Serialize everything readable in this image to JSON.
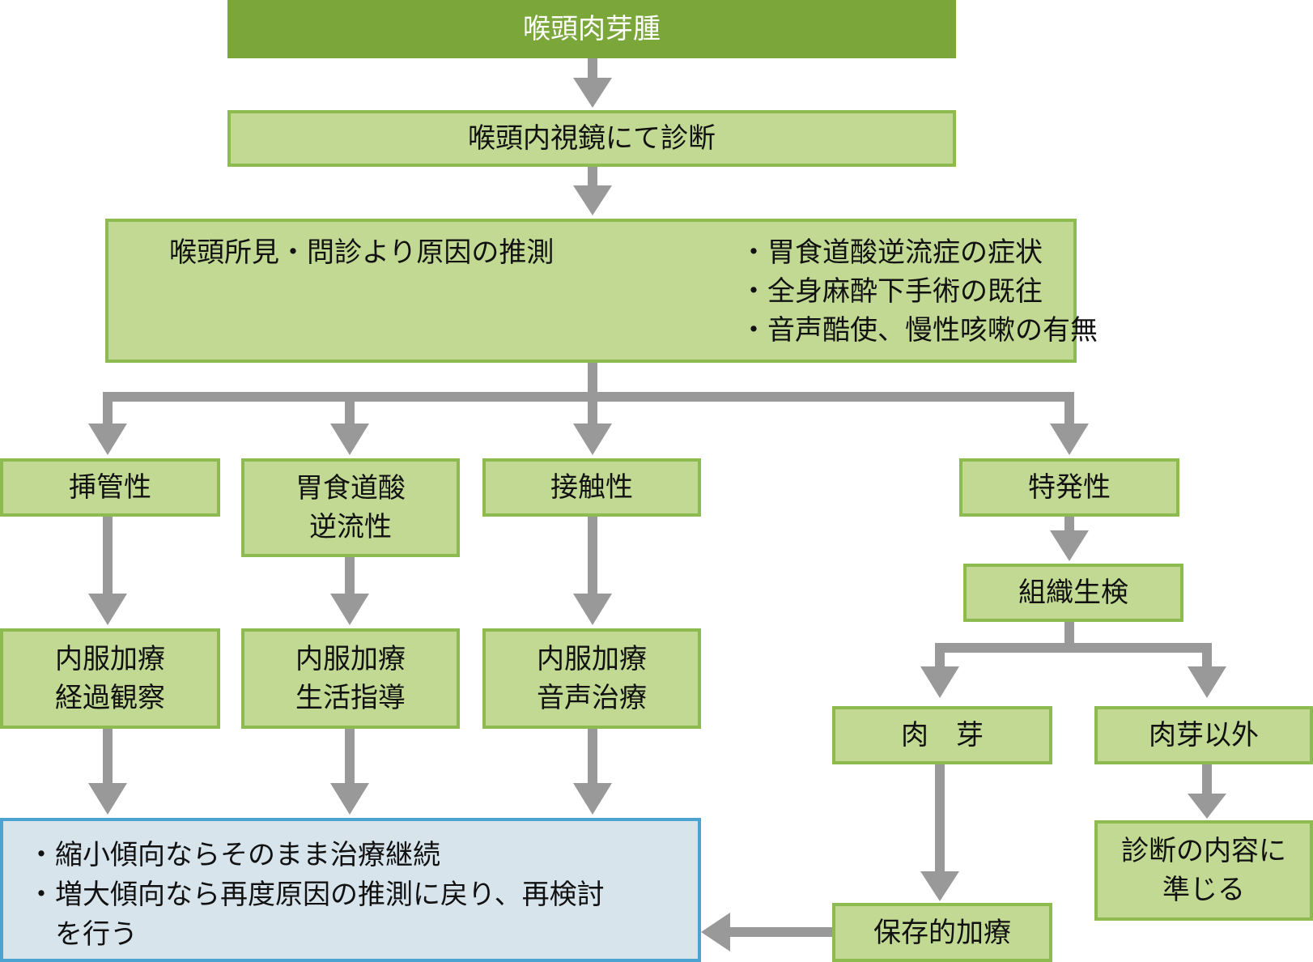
{
  "title": "喉頭肉芽腫",
  "nodes": {
    "diagnosis": "喉頭内視鏡にて診断",
    "cause": {
      "label": "喉頭所見・問診より原因の推測",
      "items": [
        "・胃食道酸逆流症の症状",
        "・全身麻酔下手術の既往",
        "・音声酷使、慢性咳嗽の有無"
      ]
    },
    "intubation": "挿管性",
    "gerd": [
      "胃食道酸",
      "逆流性"
    ],
    "contact": "接触性",
    "idiopathic": "特発性",
    "biopsy": "組織生検",
    "granulation": "肉　芽",
    "non_granulation": "肉芽以外",
    "tx_intubation": [
      "内服加療",
      "経過観察"
    ],
    "tx_gerd": [
      "内服加療",
      "生活指導"
    ],
    "tx_contact": [
      "内服加療",
      "音声治療"
    ],
    "conservative": "保存的加療",
    "follow_diagnosis": [
      "診断の内容に",
      "準じる"
    ],
    "outcome": [
      "・縮小傾向ならそのまま治療継続",
      "・増大傾向なら再度原因の推測に戻り、再検討",
      "　を行う"
    ]
  },
  "colors": {
    "header_fill": "#7aa63a",
    "node_fill": "#c2d993",
    "node_border": "#8dbb4f",
    "outcome_fill": "#d7e4ec",
    "outcome_border": "#4aa3d1",
    "arrow": "#999999"
  }
}
